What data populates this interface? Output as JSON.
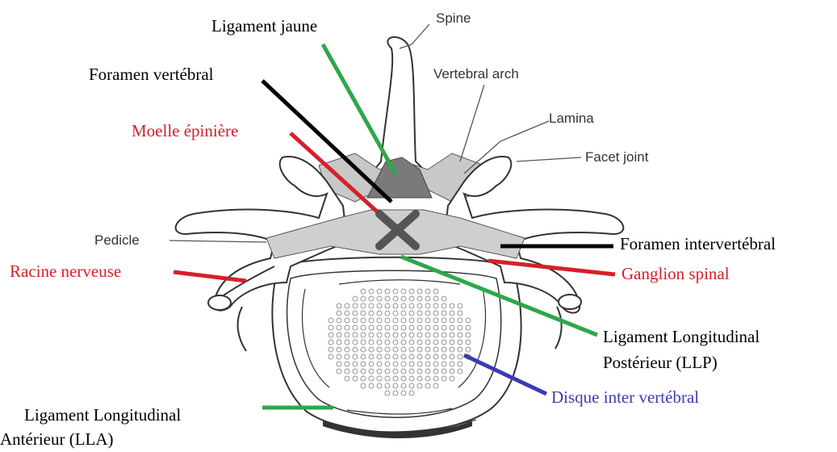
{
  "diagram": {
    "labels": {
      "spine": "Spine",
      "vertebral_arch": "Vertebral arch",
      "lamina": "Lamina",
      "facet_joint": "Facet joint",
      "pedicle": "Pedicle",
      "ligament_jaune": "Ligament jaune",
      "foramen_vertebral": "Foramen vertébral",
      "moelle_epiniere": "Moelle épinière",
      "foramen_intervertebral": "Foramen intervertébral",
      "racine_nerveuse": "Racine nerveuse",
      "ganglion_spinal": "Ganglion spinal",
      "llp_line1": "Ligament Longitudinal",
      "llp_line2": "Postérieur (LLP)",
      "disque": "Disque inter vertébral",
      "lla_line1": "Ligament Longitudinal",
      "lla_line2": "Antérieur (LLA)"
    },
    "colors": {
      "black": "#000000",
      "red": "#d5202a",
      "green": "#2ea84a",
      "blue": "#3b3bb3",
      "bone_fill": "#ffffff",
      "bone_stroke": "#333333",
      "soft_tissue": "#c8c8c8"
    }
  }
}
